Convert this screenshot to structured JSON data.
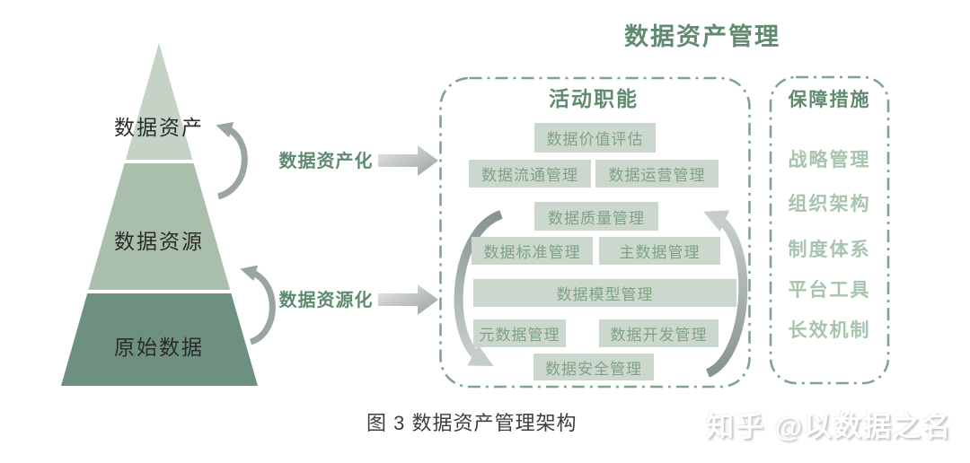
{
  "title": "数据资产管理",
  "caption": "图 3 数据资产管理架构",
  "watermark": "知乎 @以数据之名",
  "pyramid": {
    "levels": [
      {
        "label": "数据资产",
        "color": "#c5d3c6"
      },
      {
        "label": "数据资源",
        "color": "#a9bfab"
      },
      {
        "label": "原始数据",
        "color": "#6e9080"
      }
    ]
  },
  "transforms": [
    {
      "label": "数据资产化"
    },
    {
      "label": "数据资源化"
    }
  ],
  "activities": {
    "title": "活动职能",
    "boxes": [
      {
        "label": "数据价值评估"
      },
      {
        "label": "数据流通管理"
      },
      {
        "label": "数据运营管理"
      },
      {
        "label": "数据质量管理"
      },
      {
        "label": "数据标准管理"
      },
      {
        "label": "主数据管理"
      },
      {
        "label": "数据模型管理"
      },
      {
        "label": "元数据管理"
      },
      {
        "label": "数据开发管理"
      },
      {
        "label": "数据安全管理"
      }
    ]
  },
  "safeguards": {
    "title": "保障措施",
    "items": [
      {
        "label": "战略管理"
      },
      {
        "label": "组织架构"
      },
      {
        "label": "制度体系"
      },
      {
        "label": "平台工具"
      },
      {
        "label": "长效机制"
      }
    ]
  },
  "colors": {
    "heading_green": "#618b70",
    "safeguard_item_green": "#a7c4ae",
    "function_box_bg": "#ccd8cd",
    "function_box_text": "#7fa287",
    "dash_border_green": "#7fa68c",
    "pyramid_top": "#c5d3c6",
    "pyramid_middle": "#a9bfab",
    "pyramid_bottom": "#6e9080",
    "arrow_gray": "#9aa5a2"
  }
}
